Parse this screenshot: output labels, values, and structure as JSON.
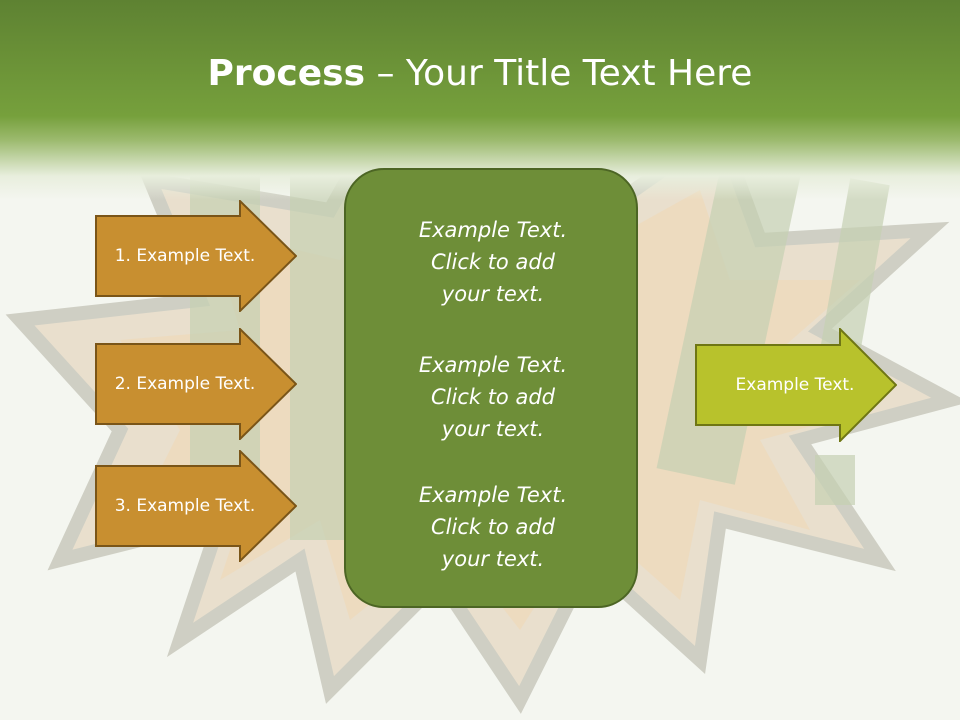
{
  "slide": {
    "title_bold": "Process",
    "title_rest": " – Your Title Text Here"
  },
  "left_arrows": [
    {
      "label": "1. Example Text."
    },
    {
      "label": "2. Example Text."
    },
    {
      "label": "3. Example Text."
    }
  ],
  "center_box": {
    "paragraphs": [
      {
        "line1": "Example Text.",
        "line2": "Click  to add",
        "line3": "your text."
      },
      {
        "line1": "Example Text.",
        "line2": "Click  to add",
        "line3": "your text."
      },
      {
        "line1": "Example Text.",
        "line2": "Click  to add",
        "line3": "your text."
      }
    ]
  },
  "right_arrow": {
    "label": "Example Text."
  },
  "colors": {
    "header_green": "#76a03c",
    "left_arrow_fill": "#c88f30",
    "center_box_fill": "#6e8e38",
    "right_arrow_fill": "#b8c22c"
  }
}
